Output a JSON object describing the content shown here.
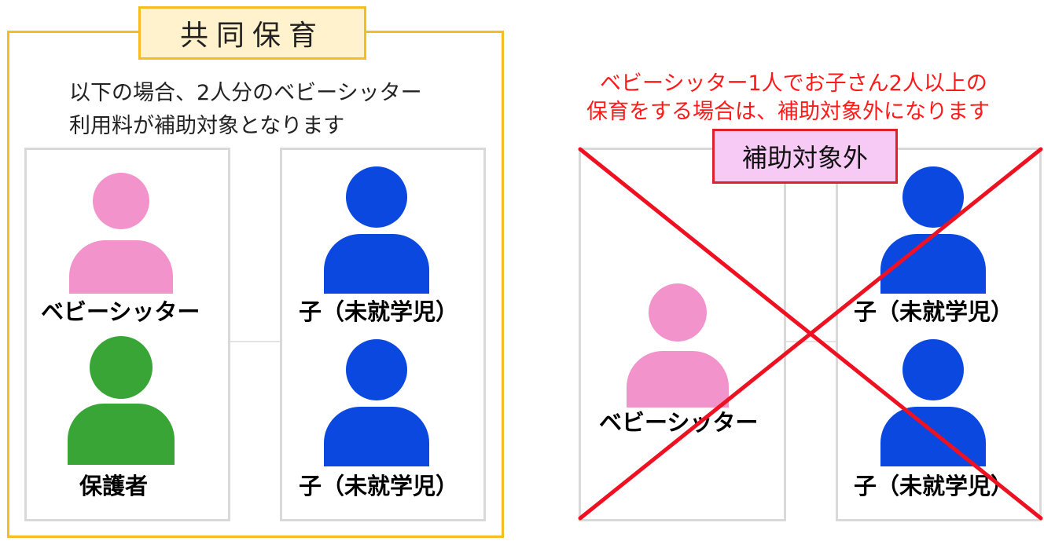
{
  "left": {
    "title": "共同保育",
    "description_line1": "以下の場合、2人分のベビーシッター",
    "description_line2": "利用料が補助対象となります",
    "babysitter_label": "ベビーシッター",
    "guardian_label": "保護者",
    "child1_label": "子（未就学児）",
    "child2_label": "子（未就学児）"
  },
  "right": {
    "warning_line1": "ベビーシッター1人でお子さん2人以上の",
    "warning_line2": "保育をする場合は、補助対象外になります",
    "badge": "補助対象外",
    "babysitter_label": "ベビーシッター",
    "child1_label": "子（未就学児）",
    "child2_label": "子（未就学児）"
  },
  "colors": {
    "frame_yellow": "#f5bd1f",
    "title_fill": "#fff2cc",
    "panel_border": "#d9d9d9",
    "babysitter_pink": "#f293cc",
    "guardian_green": "#38a536",
    "child_blue": "#0a48e0",
    "warning_red": "#ff1a1a",
    "badge_fill": "#f7c9f5",
    "cross_red": "#ee1122"
  },
  "icons": [
    "babysitter-person-icon",
    "guardian-person-icon",
    "child-person-icon"
  ]
}
